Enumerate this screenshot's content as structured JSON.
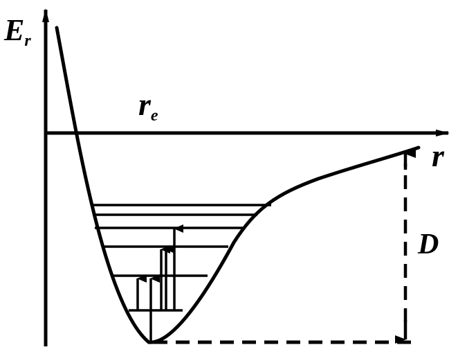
{
  "labels": {
    "energy_axis": "E",
    "energy_axis_subscript": "r",
    "distance_axis": "r",
    "equilibrium": "r",
    "equilibrium_subscript": "e",
    "dissociation": "D"
  },
  "colors": {
    "ink": "#000000",
    "background": "#ffffff"
  },
  "vibrational_levels": 6,
  "transition_arrows": 5
}
